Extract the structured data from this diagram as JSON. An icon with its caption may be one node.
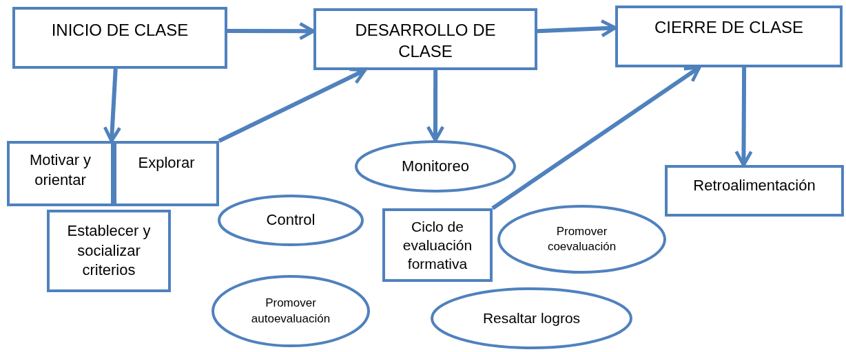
{
  "diagram": {
    "nodes": [
      {
        "text": [
          "INICIO DE CLASE"
        ]
      },
      {
        "text": [
          "DESARROLLO DE CLASE"
        ]
      },
      {
        "text": [
          "CIERRE DE CLASE"
        ]
      },
      {
        "text": [
          "Motivar y orientar"
        ]
      },
      {
        "text": [
          "Explorar"
        ]
      },
      {
        "text": [
          "Establecer y socializar criterios"
        ]
      },
      {
        "text": [
          "Monitoreo"
        ]
      },
      {
        "text": [
          "Retroalimentación"
        ]
      },
      {
        "text": [
          "Control"
        ]
      },
      {
        "text": [
          "Ciclo de evaluación formativa"
        ]
      },
      {
        "text": [
          "Promover coevaluación"
        ]
      },
      {
        "text": [
          "Promover autoevaluación"
        ]
      },
      {
        "text": [
          "Resaltar logros"
        ]
      }
    ],
    "edges": [
      {
        "from": 0,
        "to": 1,
        "arrow": "to"
      },
      {
        "from": 1,
        "to": 2,
        "arrow": "to"
      },
      {
        "from": 0,
        "to": 3,
        "arrow": "to"
      },
      {
        "from": 4,
        "to": 1,
        "arrow": "to"
      },
      {
        "from": 1,
        "to": 6,
        "arrow": "to"
      },
      {
        "from": 9,
        "to": 2,
        "arrow": "to"
      },
      {
        "from": 2,
        "to": 7,
        "arrow": "to"
      }
    ]
  }
}
